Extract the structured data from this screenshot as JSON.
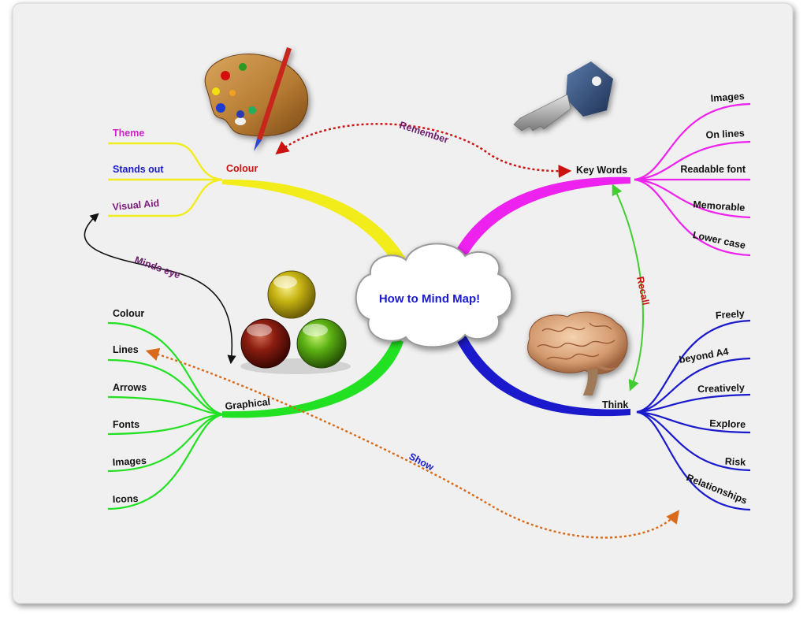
{
  "center": {
    "label": "How to Mind Map!"
  },
  "colors": {
    "colour_branch": "#f2ec1a",
    "keywords_branch": "#ee22ee",
    "graphical_branch": "#22e022",
    "think_branch": "#1a1acc",
    "remember_arrow": "#cc1111",
    "recall_arrow": "#44cc33",
    "show_arrow": "#d96a1a",
    "minds_eye_arrow": "#111111",
    "center_text": "#1a1acc"
  },
  "branches": {
    "colour": {
      "label": "Colour",
      "leaves": [
        "Theme",
        "Stands out",
        "Visual Aid"
      ]
    },
    "keywords": {
      "label": "Key Words",
      "leaves": [
        "Images",
        "On lines",
        "Readable font",
        "Memorable",
        "Lower case"
      ]
    },
    "graphical": {
      "label": "Graphical",
      "leaves": [
        "Colour",
        "Lines",
        "Arrows",
        "Fonts",
        "Images",
        "Icons"
      ]
    },
    "think": {
      "label": "Think",
      "leaves": [
        "Freely",
        "beyond A4",
        "Creatively",
        "Explore",
        "Risk",
        "Relationships"
      ]
    }
  },
  "links": {
    "remember": "Remember",
    "recall": "Recall",
    "show": "Show",
    "minds_eye": "Minds eye"
  },
  "icons": {
    "colour": "paint-palette-icon",
    "keywords": "key-icon",
    "graphical": "glass-spheres-icon",
    "think": "brain-icon"
  }
}
